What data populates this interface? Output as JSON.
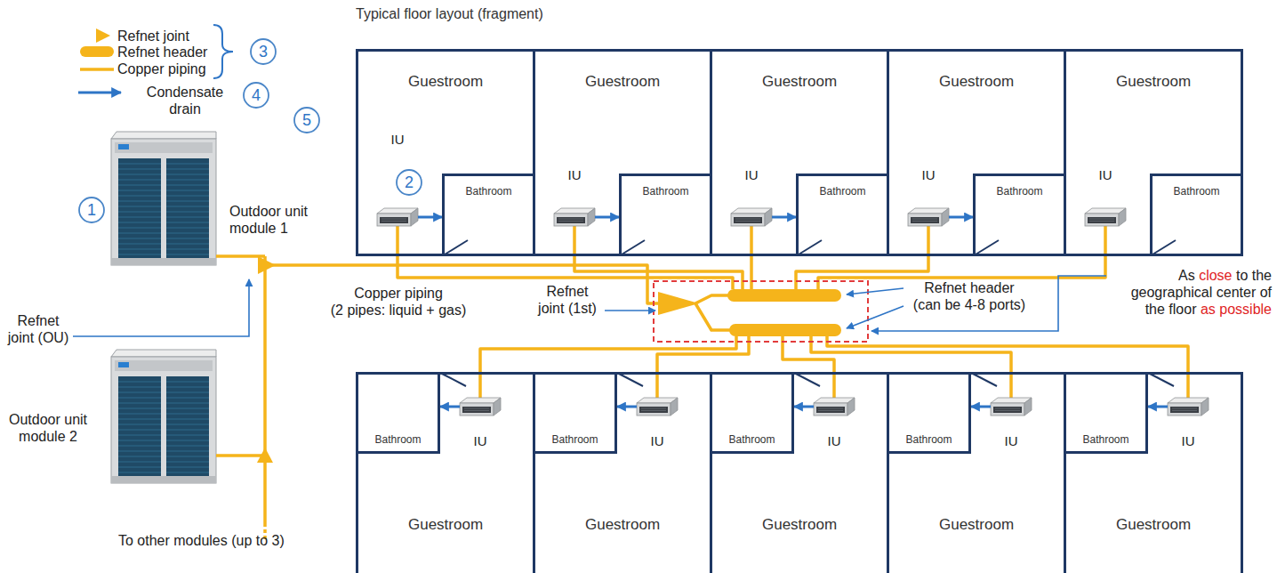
{
  "diagram": {
    "title": "Typical floor layout (fragment)",
    "nodes": [
      {
        "text": [
          "Outdoor unit module 1"
        ]
      },
      {
        "text": [
          "Outdoor unit module 2"
        ]
      },
      {
        "text": [
          "Guestroom"
        ]
      },
      {
        "text": [
          "IU"
        ],
        "in": 2
      },
      {
        "text": [
          "Bathroom"
        ],
        "in": 2
      },
      {
        "text": [
          "Guestroom"
        ]
      },
      {
        "text": [
          "IU"
        ],
        "in": 5
      },
      {
        "text": [
          "Bathroom"
        ],
        "in": 5
      },
      {
        "text": [
          "Guestroom"
        ]
      },
      {
        "text": [
          "IU"
        ],
        "in": 8
      },
      {
        "text": [
          "Bathroom"
        ],
        "in": 8
      },
      {
        "text": [
          "Guestroom"
        ]
      },
      {
        "text": [
          "IU"
        ],
        "in": 11
      },
      {
        "text": [
          "Bathroom"
        ],
        "in": 11
      },
      {
        "text": [
          "Guestroom"
        ]
      },
      {
        "text": [
          "IU"
        ],
        "in": 14
      },
      {
        "text": [
          "Bathroom"
        ],
        "in": 14
      },
      {
        "text": [
          "Guestroom"
        ]
      },
      {
        "text": [
          "Bathroom"
        ],
        "in": 17
      },
      {
        "text": [
          "IU"
        ],
        "in": 17
      },
      {
        "text": [
          "Guestroom"
        ]
      },
      {
        "text": [
          "Bathroom"
        ],
        "in": 20
      },
      {
        "text": [
          "IU"
        ],
        "in": 20
      },
      {
        "text": [
          "Guestroom"
        ]
      },
      {
        "text": [
          "Bathroom"
        ],
        "in": 23
      },
      {
        "text": [
          "IU"
        ],
        "in": 23
      },
      {
        "text": [
          "Guestroom"
        ]
      },
      {
        "text": [
          "Bathroom"
        ],
        "in": 26
      },
      {
        "text": [
          "IU"
        ],
        "in": 26
      },
      {
        "text": [
          "Guestroom"
        ]
      },
      {
        "text": [
          "Bathroom"
        ],
        "in": 29
      },
      {
        "text": [
          "IU"
        ],
        "in": 29
      }
    ],
    "edges": [
      {
        "from": 3,
        "to": 4,
        "arrow": "to"
      },
      {
        "from": 6,
        "to": 7,
        "arrow": "to"
      },
      {
        "from": 9,
        "to": 10,
        "arrow": "to"
      },
      {
        "from": 12,
        "to": 13,
        "arrow": "to"
      },
      {
        "from": 19,
        "to": 18,
        "arrow": "to"
      },
      {
        "from": 22,
        "to": 21,
        "arrow": "to"
      },
      {
        "from": 25,
        "to": 24,
        "arrow": "to"
      },
      {
        "from": 28,
        "to": 27,
        "arrow": "to"
      },
      {
        "from": 31,
        "to": 30,
        "arrow": "to"
      }
    ],
    "labels": [
      "3",
      "4",
      "5",
      "1",
      "2",
      "Refnet joint (OU)",
      "Copper piping (2 pipes: liquid + gas)",
      "Refnet joint (1st)",
      "Refnet header (can be 4-8 ports)",
      "As close to the geographical center of the floor as possible",
      "To other modules (up to 3)"
    ],
    "legend": [
      {
        "text": "Refnet joint"
      },
      {
        "text": "Refnet header"
      },
      {
        "text": "Copper piping"
      },
      {
        "text": "Condensate drain"
      }
    ]
  }
}
